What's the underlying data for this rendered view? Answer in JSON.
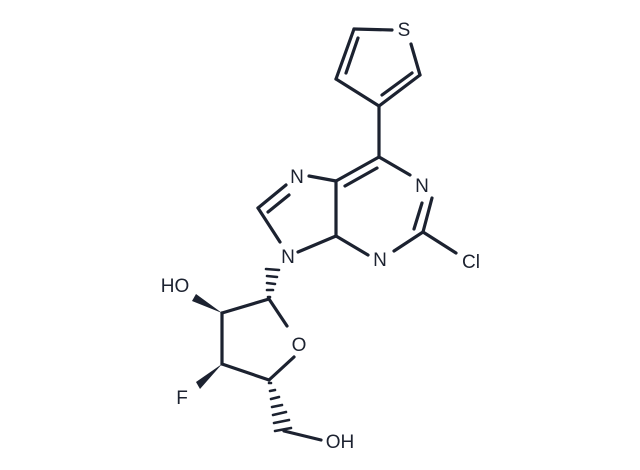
{
  "molecule": {
    "atoms": {
      "S": "S",
      "N7": "N",
      "N1": "N",
      "N3": "N",
      "N9": "N",
      "Cl": "Cl",
      "HO2": "HO",
      "O_ring": "O",
      "F": "F",
      "OH5": "OH"
    }
  },
  "colors": {
    "bond": "#1c2230",
    "label": "#1c2230",
    "background": "#ffffff"
  }
}
